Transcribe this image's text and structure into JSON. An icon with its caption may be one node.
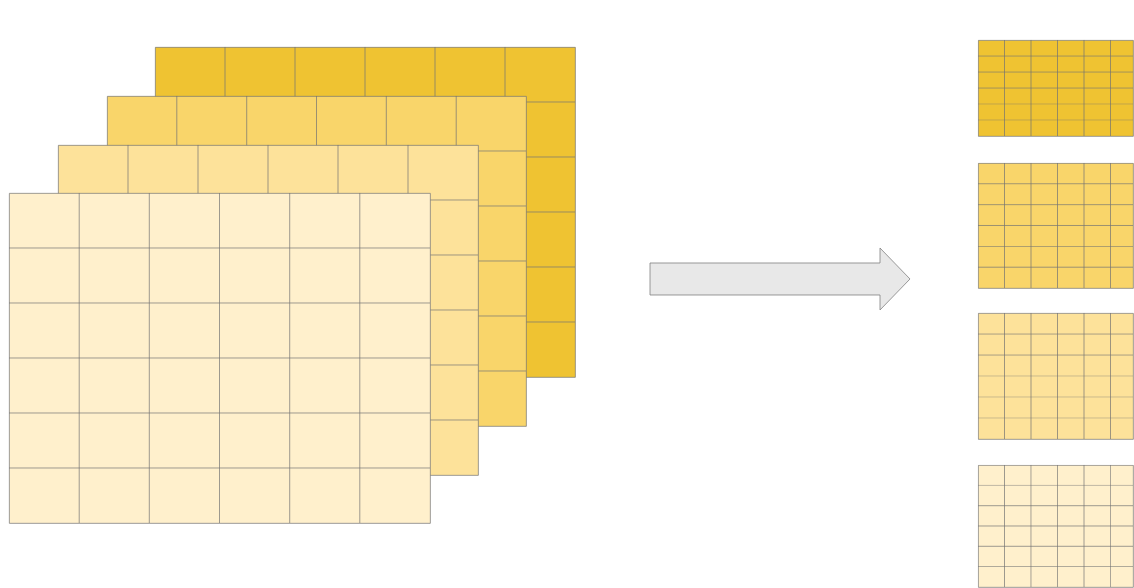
{
  "diagram": {
    "nodes": [
      {
        "text": [],
        "shape": "grid"
      },
      {
        "text": [],
        "shape": "grid"
      },
      {
        "text": [],
        "shape": "grid"
      },
      {
        "text": [],
        "shape": "grid"
      },
      {
        "text": [],
        "shape": "grid"
      },
      {
        "text": [],
        "shape": "grid"
      },
      {
        "text": [],
        "shape": "grid"
      },
      {
        "text": [],
        "shape": "grid"
      }
    ],
    "edges": [
      {
        "from": 0,
        "to": 5,
        "arrow": "to"
      }
    ]
  }
}
